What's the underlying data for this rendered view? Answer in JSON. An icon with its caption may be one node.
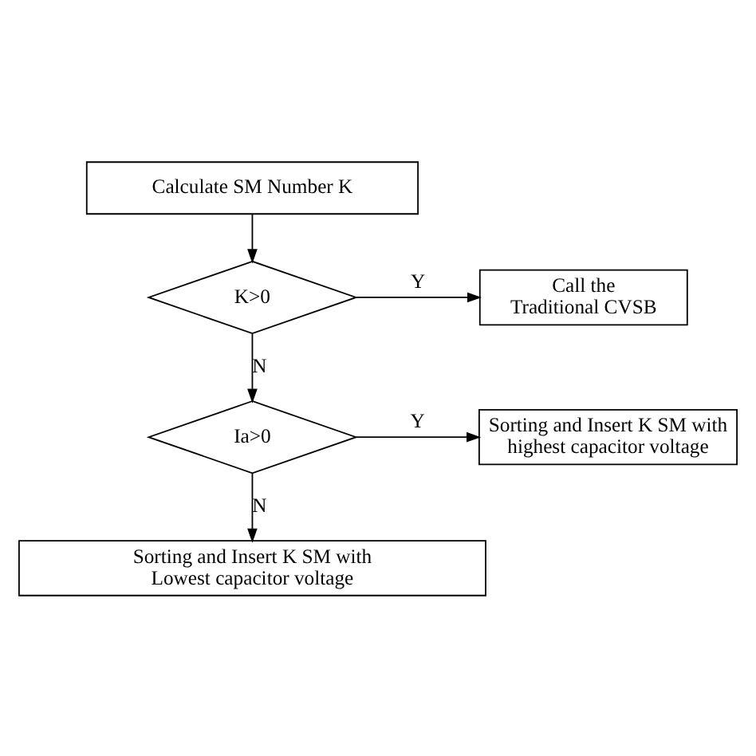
{
  "diagram": {
    "nodes": [
      {
        "text": [
          "Calculate SM Number K"
        ]
      },
      {
        "text": [
          "K>0"
        ]
      },
      {
        "text": [
          "Call the Traditional CVSB"
        ]
      },
      {
        "text": [
          "Ia>0"
        ]
      },
      {
        "text": [
          "Sorting and Insert K SM with highest capacitor voltage"
        ]
      },
      {
        "text": [
          "Sorting and Insert K SM with Lowest capacitor voltage"
        ]
      }
    ],
    "edges": [
      {
        "from": 0,
        "to": 1,
        "arrow": "to"
      },
      {
        "from": 1,
        "to": 2,
        "arrow": "to",
        "label": "Y"
      },
      {
        "from": 1,
        "to": 3,
        "arrow": "to",
        "label": "N"
      },
      {
        "from": 3,
        "to": 4,
        "arrow": "to",
        "label": "Y"
      },
      {
        "from": 3,
        "to": 5,
        "arrow": "to",
        "label": "N"
      }
    ]
  }
}
